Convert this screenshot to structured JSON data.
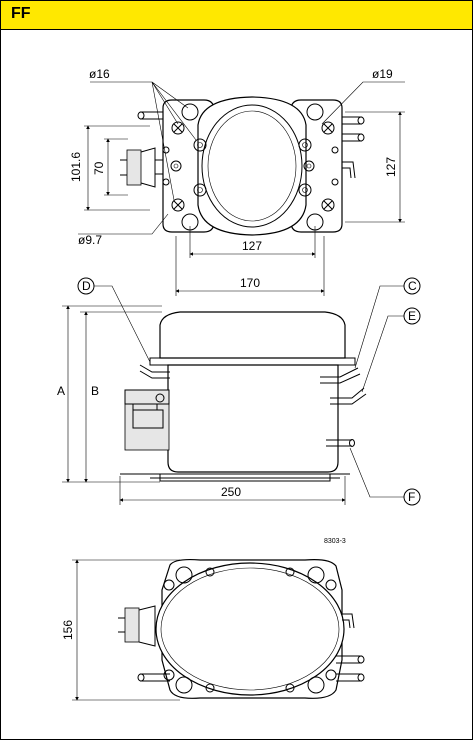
{
  "header": {
    "title": "FF",
    "bg_color": "#ffe800"
  },
  "top_view": {
    "dim_hole_large": "ø16",
    "dim_hole_right": "ø19",
    "dim_height_outer": "101.6",
    "dim_height_inner": "70",
    "dim_height_right": "127",
    "dim_hole_small": "ø9.7",
    "dim_width_inner": "127",
    "dim_width_outer": "170"
  },
  "side_view": {
    "callout_d": "D",
    "callout_c": "C",
    "callout_e": "E",
    "callout_f": "F",
    "dim_a": "A",
    "dim_b": "B",
    "dim_width": "250",
    "ref_code": "8303-3"
  },
  "bottom_view": {
    "dim_height": "156"
  }
}
